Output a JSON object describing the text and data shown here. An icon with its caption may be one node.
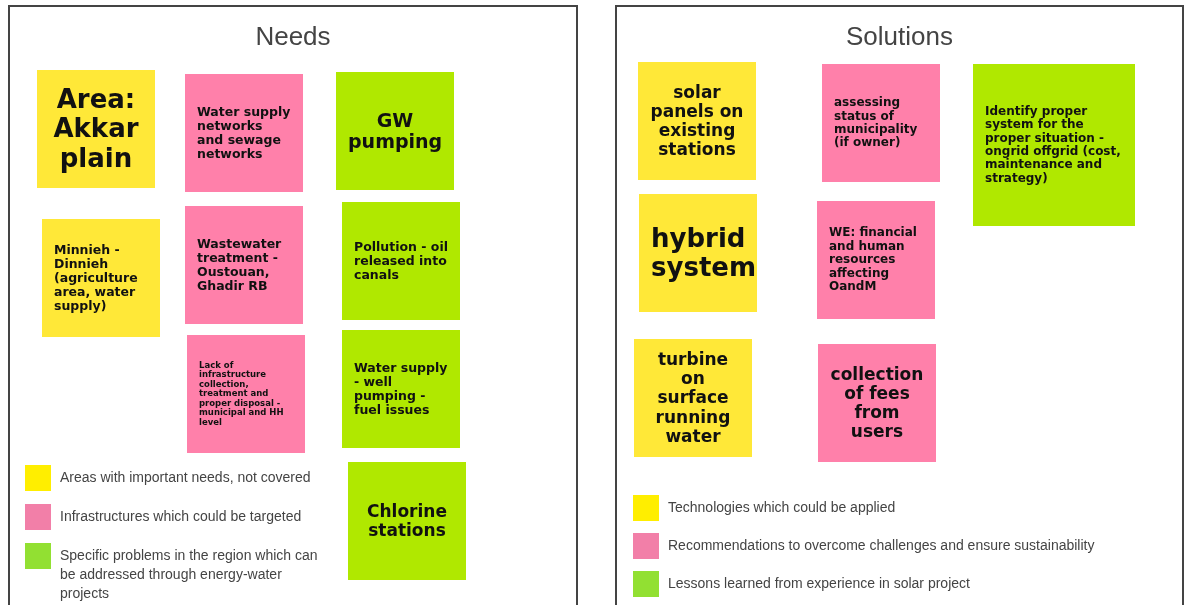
{
  "diagram": {
    "nodes": [
      {
        "text": [
          "Needs"
        ]
      },
      {
        "text": [
          "Area: Akkar plain"
        ],
        "in": 0
      },
      {
        "text": [
          "Water supply networks and sewage networks"
        ],
        "in": 0
      },
      {
        "text": [
          "GW pumping"
        ],
        "in": 0
      },
      {
        "text": [
          "Minnieh - Dinnieh (agriculture area, water supply)"
        ],
        "in": 0
      },
      {
        "text": [
          "Wastewater treatment - Oustouan, Ghadir RB"
        ],
        "in": 0
      },
      {
        "text": [
          "Pollution - oil released into canals"
        ],
        "in": 0
      },
      {
        "text": [
          "Lack of infrastructure collection, treatment and proper disposal - municipal and HH level"
        ],
        "in": 0
      },
      {
        "text": [
          "Water supply - well pumping - fuel issues"
        ],
        "in": 0
      },
      {
        "text": [
          "Chlorine stations"
        ],
        "in": 0
      },
      {
        "text": [
          "Solutions"
        ]
      },
      {
        "text": [
          "solar panels on existing stations"
        ],
        "in": 10
      },
      {
        "text": [
          "assessing status of municipality (if owner)"
        ],
        "in": 10
      },
      {
        "text": [
          "Identify proper system for the proper situation - ongrid offgrid (cost, maintenance and strategy)"
        ],
        "in": 10
      },
      {
        "text": [
          "hybrid system"
        ],
        "in": 10
      },
      {
        "text": [
          "WE: financial and human resources affecting OandM"
        ],
        "in": 10
      },
      {
        "text": [
          "turbine on surface running water"
        ],
        "in": 10
      },
      {
        "text": [
          "collection of fees from users"
        ],
        "in": 10
      }
    ],
    "edges": [],
    "legend": [
      {
        "text": "Areas with important needs, not covered",
        "color": "#ffee00"
      },
      {
        "text": "Infrastructures which could be targeted",
        "color": "#f27fa8"
      },
      {
        "text": "Specific problems in the region which can be addressed through energy-water projects",
        "color": "#92e032"
      },
      {
        "text": "Technologies which could be applied",
        "color": "#ffee00"
      },
      {
        "text": "Recommendations to overcome challenges and ensure sustainability",
        "color": "#f27fa8"
      },
      {
        "text": "Lessons learned from experience in solar project",
        "color": "#92e032"
      }
    ]
  }
}
